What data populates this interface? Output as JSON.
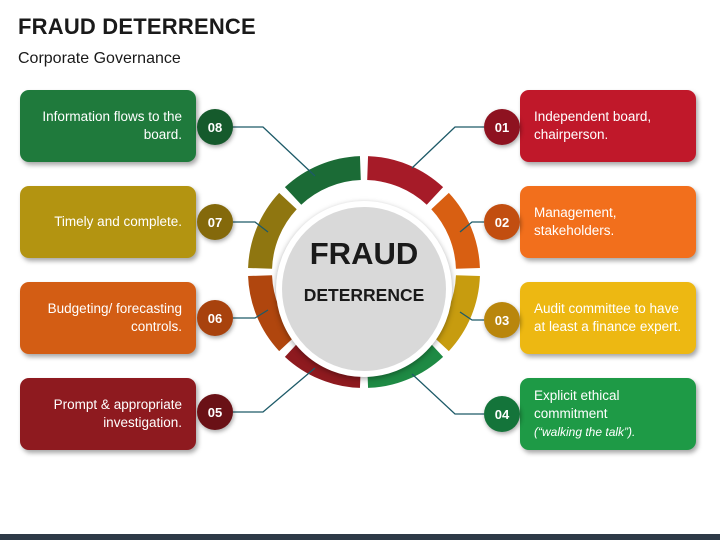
{
  "header": {
    "title": "FRAUD DETERRENCE",
    "subtitle": "Corporate Governance"
  },
  "center": {
    "main": "FRAUD",
    "sub": "DETERRENCE"
  },
  "items": [
    {
      "number": "01",
      "text": "Independent board, chairperson.",
      "note": "",
      "color": "#c0182a",
      "badge_color": "#8e1220"
    },
    {
      "number": "02",
      "text": "Management, stakeholders.",
      "note": "",
      "color": "#f26f1c",
      "badge_color": "#c24e10"
    },
    {
      "number": "03",
      "text": "Audit committee to have at least a finance expert.",
      "note": "",
      "color": "#edb812",
      "badge_color": "#b9860c"
    },
    {
      "number": "04",
      "text": "Explicit ethical commitment",
      "note": "(“walking the talk”).",
      "color": "#1e9a46",
      "badge_color": "#14743a"
    },
    {
      "number": "05",
      "text": "Prompt & appropriate investigation.",
      "note": "",
      "color": "#8e1a1f",
      "badge_color": "#6a1116"
    },
    {
      "number": "06",
      "text": "Budgeting/ forecasting controls.",
      "note": "",
      "color": "#d35d14",
      "badge_color": "#a8420d"
    },
    {
      "number": "07",
      "text": "Timely and complete.",
      "note": "",
      "color": "#b39411",
      "badge_color": "#84690b"
    },
    {
      "number": "08",
      "text": "Information flows to the board.",
      "note": "",
      "color": "#1f7a3c",
      "badge_color": "#155a2c"
    }
  ],
  "colors": {
    "connector": "#1d5a68",
    "ring_segments": [
      "#a61b28",
      "#d85f12",
      "#c79c0f",
      "#1e8a44",
      "#8e1a1f",
      "#b0460e",
      "#8f7610",
      "#1b6b36"
    ]
  }
}
